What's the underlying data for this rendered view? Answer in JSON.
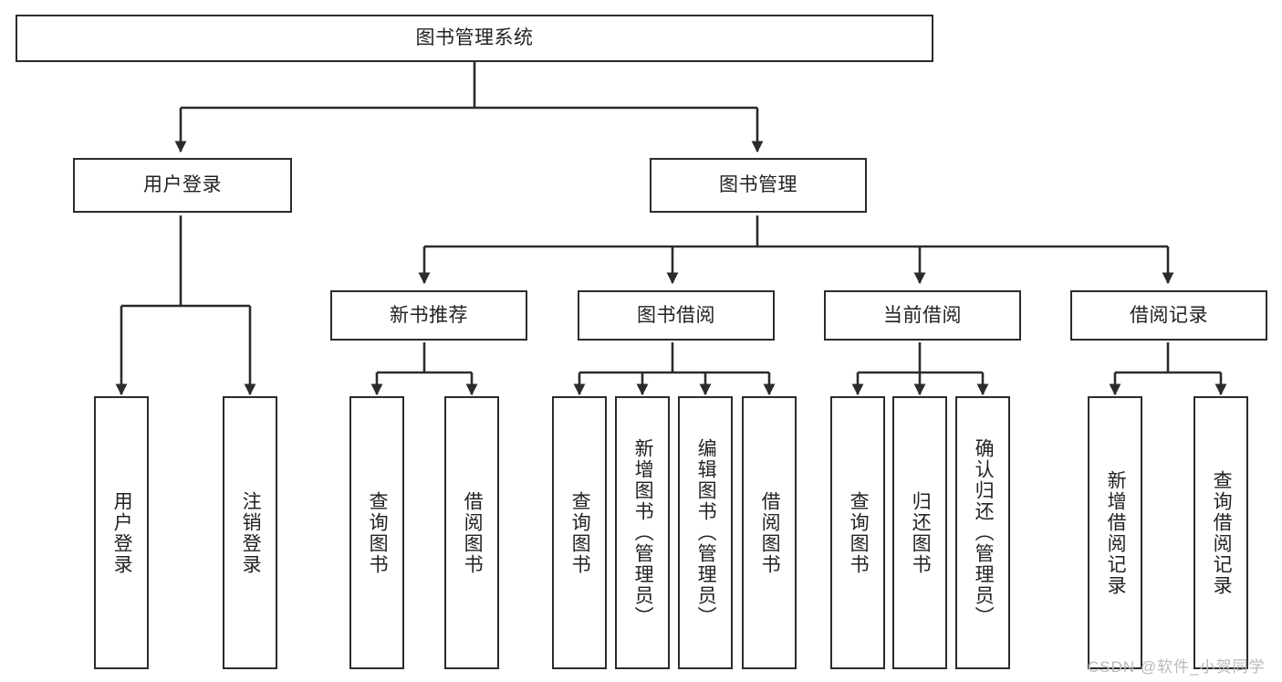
{
  "diagram": {
    "title": "图书管理系统",
    "type": "tree-hierarchy-diagram",
    "root": {
      "label": "图书管理系统"
    },
    "level2": [
      {
        "label": "用户登录"
      },
      {
        "label": "图书管理"
      }
    ],
    "level3": [
      {
        "label": "新书推荐"
      },
      {
        "label": "图书借阅"
      },
      {
        "label": "当前借阅"
      },
      {
        "label": "借阅记录"
      }
    ],
    "leaves": {
      "user_login": [
        {
          "label": "用户登录"
        },
        {
          "label": "注销登录"
        }
      ],
      "new_book_recommend": [
        {
          "label": "查询图书"
        },
        {
          "label": "借阅图书"
        }
      ],
      "book_borrow": [
        {
          "label": "查询图书"
        },
        {
          "label": "新增图书（管理员）"
        },
        {
          "label": "编辑图书（管理员）"
        },
        {
          "label": "借阅图书"
        }
      ],
      "current_borrow": [
        {
          "label": "查询图书"
        },
        {
          "label": "归还图书"
        },
        {
          "label": "确认归还（管理员）"
        }
      ],
      "borrow_record": [
        {
          "label": "新增借阅记录"
        },
        {
          "label": "查询借阅记录"
        }
      ]
    }
  },
  "watermark": {
    "text": "CSDN @软件_小贺同学"
  },
  "colors": {
    "stroke": "#2b2b2b",
    "fill": "#ffffff",
    "text": "#222222",
    "watermark": "#b9b9b9"
  }
}
